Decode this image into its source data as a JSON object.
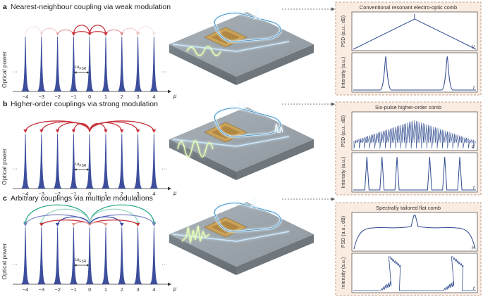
{
  "colors": {
    "peak": "#3d4f9c",
    "panel_fill": "#fbece2",
    "panel_border": "#b08a70",
    "trace": "#2e4a8e",
    "red": "#c8323a",
    "blue": "#3c4fa8",
    "teal": "#2aa88a"
  },
  "ticks": [
    "−4",
    "−3",
    "−2",
    "−1",
    "0",
    "1",
    "2",
    "3",
    "4"
  ],
  "mu": "μ",
  "ellipsis": "···",
  "fsr": "ω",
  "fsr_sub": "FSR",
  "ylabel_power": "Optical power",
  "psd_label": "PSD (a.u., dB)",
  "intensity_label": "Intensity (a.u.)",
  "t": "t",
  "panels": [
    {
      "label": "a",
      "title": "Nearest-neighbour coupling via weak modulation",
      "comb_title": "Conventional resonant electro-optic comb"
    },
    {
      "label": "b",
      "title": "Higher-order couplings via strong modulation",
      "comb_title": "Six-pulse higher-order comb"
    },
    {
      "label": "c",
      "title": "Arbitrary couplings via multiple modulations",
      "comb_title": "Spectrally tailored flat comb"
    }
  ]
}
